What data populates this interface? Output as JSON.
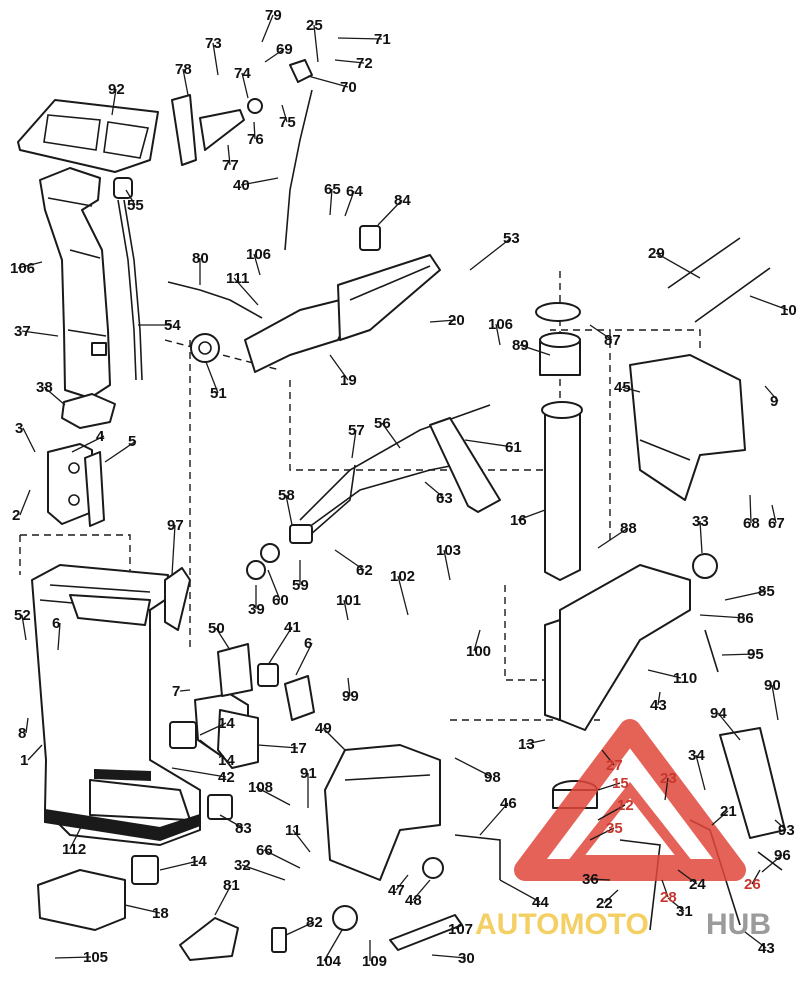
{
  "callouts": [
    "1",
    "2",
    "3",
    "4",
    "5",
    "6",
    "6",
    "7",
    "8",
    "9",
    "10",
    "11",
    "12",
    "13",
    "14",
    "14",
    "14",
    "15",
    "16",
    "17",
    "18",
    "19",
    "20",
    "21",
    "22",
    "23",
    "24",
    "25",
    "26",
    "27",
    "28",
    "29",
    "30",
    "31",
    "32",
    "33",
    "34",
    "35",
    "36",
    "37",
    "38",
    "39",
    "40",
    "41",
    "42",
    "43",
    "43",
    "44",
    "45",
    "46",
    "47",
    "48",
    "49",
    "50",
    "51",
    "52",
    "53",
    "54",
    "55",
    "56",
    "57",
    "58",
    "59",
    "60",
    "61",
    "62",
    "63",
    "64",
    "65",
    "66",
    "67",
    "68",
    "69",
    "70",
    "71",
    "72",
    "73",
    "74",
    "75",
    "76",
    "77",
    "78",
    "79",
    "80",
    "81",
    "82",
    "83",
    "84",
    "85",
    "86",
    "87",
    "88",
    "89",
    "90",
    "91",
    "92",
    "93",
    "94",
    "95",
    "96",
    "97",
    "98",
    "99",
    "100",
    "101",
    "102",
    "103",
    "104",
    "105",
    "106",
    "106",
    "106",
    "107",
    "108",
    "109",
    "110",
    "111",
    "112"
  ],
  "watermark": {
    "auto": "AUTOMOTO",
    "hub": "HUB",
    "accent": "#e0473a",
    "gold": "#f3c74a",
    "grey": "#8a8a8a"
  },
  "colors": {
    "ink": "#1a1a1a",
    "red_label": "#c8372d"
  }
}
